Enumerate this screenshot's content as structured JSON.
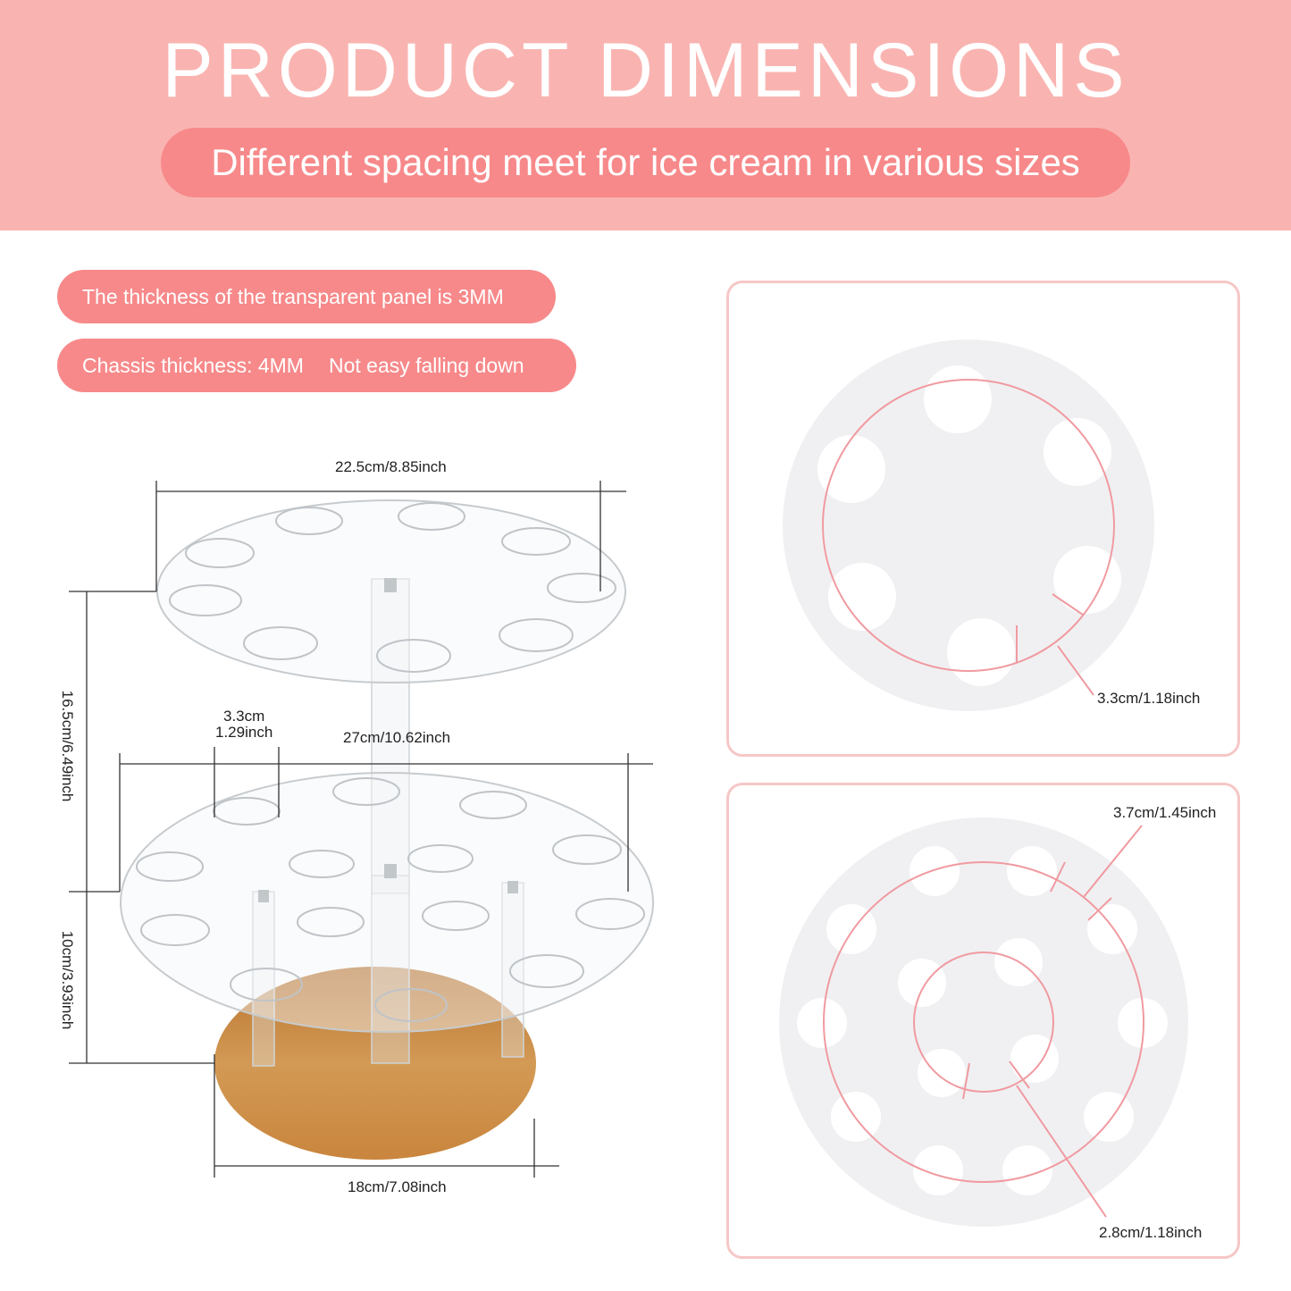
{
  "header": {
    "title": "PRODUCT DIMENSIONS",
    "subtitle": "Different spacing meet for ice cream in various sizes"
  },
  "features": [
    "The thickness of the transparent panel is 3MM",
    "Chassis thickness: 4MM",
    "Not easy falling down"
  ],
  "dimensions": {
    "top_width": "22.5cm/8.85inch",
    "middle_width": "27cm/10.62inch",
    "base_width": "18cm/7.08inch",
    "upper_height": "16.5cm/6.49inch",
    "lower_height": "10cm/3.93inch",
    "hole_small_line1": "3.3cm",
    "hole_small_line2": "1.29inch",
    "top_hole": "3.3cm/1.18inch",
    "outer_hole": "3.7cm/1.45inch",
    "inner_hole": "2.8cm/1.18inch"
  },
  "colors": {
    "header_bg": "#f9b4b1",
    "pill_bg": "#f7898a",
    "panel_border": "#f6c7c6",
    "accent_line": "#f09aa0",
    "wood": "#c98a3f"
  }
}
